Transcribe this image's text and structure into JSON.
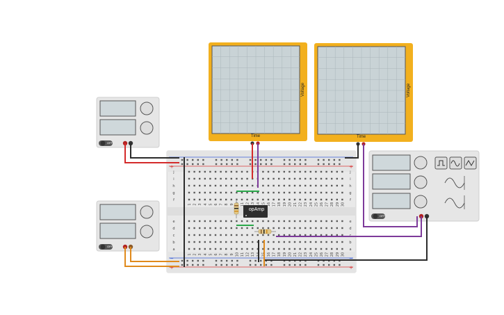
{
  "components": {
    "oscilloscope_1": {
      "x_label": "Time",
      "y_label": "Voltage"
    },
    "oscilloscope_2": {
      "x_label": "Time",
      "y_label": "Voltage"
    },
    "opamp": {
      "label": "opAmp"
    },
    "power_supply_1": {
      "switch_label": "OFF"
    },
    "power_supply_2": {
      "switch_label": "OFF"
    },
    "function_generator": {
      "switch_label": "OFF"
    }
  },
  "breadboard": {
    "row_letters_top": [
      "j",
      "i",
      "h",
      "g",
      "f"
    ],
    "row_letters_bottom": [
      "e",
      "d",
      "c",
      "b",
      "a"
    ],
    "column_numbers": [
      "1",
      "2",
      "3",
      "4",
      "5",
      "6",
      "7",
      "8",
      "9",
      "10",
      "11",
      "12",
      "13",
      "14",
      "15",
      "16",
      "17",
      "18",
      "19",
      "20",
      "21",
      "22",
      "23",
      "24",
      "25",
      "26",
      "27",
      "28",
      "29",
      "30"
    ],
    "plus_sign": "+",
    "minus_sign": "−"
  },
  "colors": {
    "scope_frame": "#f2b01e",
    "scope_screen": "#c9d3d6",
    "device_body": "#e6e6e6",
    "breadboard": "#e9e9e9",
    "wire_red": "#d42a2a",
    "wire_black": "#2b2b2b",
    "wire_purple": "#7d3a9a",
    "wire_orange": "#e08a1c",
    "wire_green": "#2aa84a",
    "rail_red": "#d83a3a",
    "rail_blue": "#3a5fd8"
  }
}
